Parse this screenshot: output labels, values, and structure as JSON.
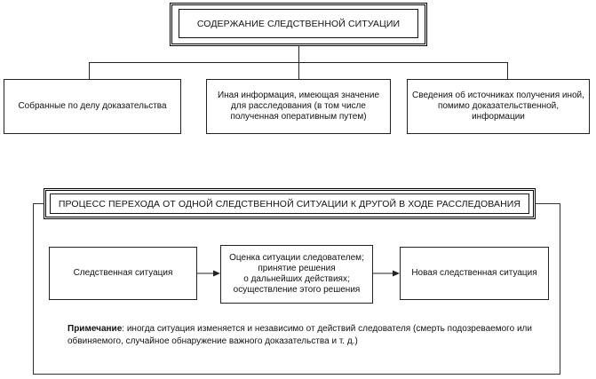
{
  "top": {
    "title": "СОДЕРЖАНИЕ СЛЕДСТВЕННОЙ СИТУАЦИИ",
    "items": [
      "Собранные по делу доказательства",
      "Иная информация, имеющая значение\nдля расследования (в том числе\nполученная оперативным путем)",
      "Сведения об источниках получения иной,\nпомимо доказательственной,\nинформации"
    ]
  },
  "process": {
    "title": "ПРОЦЕСС ПЕРЕХОДА ОТ ОДНОЙ СЛЕДСТВЕННОЙ СИТУАЦИИ К ДРУГОЙ В ХОДЕ РАССЛЕДОВАНИЯ",
    "steps": [
      "Следственная ситуация",
      "Оценка ситуации следователем;\nпринятие решения\nо дальнейших действиях;\nосуществление этого решения",
      "Новая следственная ситуация"
    ],
    "note_label": "Примечание",
    "note_text": ": иногда ситуация изменяется и независимо от действий следователя (смерть подозреваемого или обвиняемого, случайное обнаружение важного доказательства и т. д.)"
  }
}
